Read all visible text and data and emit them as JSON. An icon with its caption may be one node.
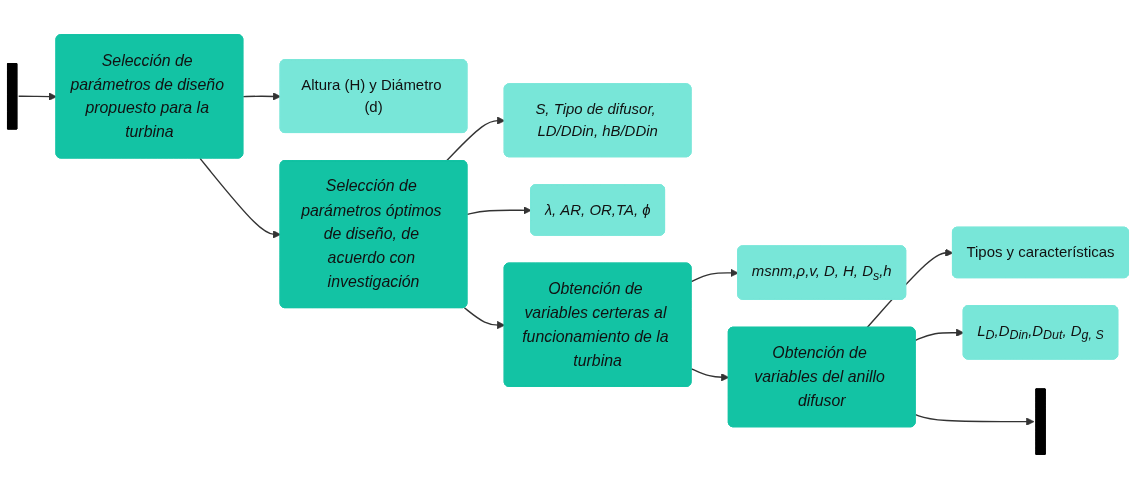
{
  "diagram": {
    "nodes": [
      {
        "text": [],
        "shape": "bar"
      },
      {
        "text": [
          "Selección de parámetros de diseño propuesto para la turbina"
        ]
      },
      {
        "text": [
          "Altura (H) y Diámetro (d)"
        ]
      },
      {
        "text": [
          "S, Tipo de difusor, LD/DDin, hB/DDin"
        ]
      },
      {
        "text": [
          "Selección de parámetros óptimos de diseño, de acuerdo con investigación"
        ]
      },
      {
        "text": [
          "λ, AR, OR,TA, ϕ"
        ]
      },
      {
        "text": [
          "Obtención de variables certeras al funcionamiento de la turbina"
        ]
      },
      {
        "text": [
          "msnm,ρ,v, D, H, D$_{s}$,h"
        ]
      },
      {
        "text": [
          "Tipos y características"
        ]
      },
      {
        "text": [
          "Obtención de variables del anillo difusor"
        ]
      },
      {
        "text": [
          "L$_{D}$,D$_{Din}$,D$_{Dut}$, D$_{g, S}$"
        ]
      },
      {
        "text": [],
        "shape": "bar"
      }
    ],
    "edges": [
      {
        "from": 0,
        "to": 1,
        "arrow": "to"
      },
      {
        "from": 1,
        "to": 2,
        "arrow": "to"
      },
      {
        "from": 1,
        "to": 4,
        "arrow": "to"
      },
      {
        "from": 4,
        "to": 3,
        "arrow": "to"
      },
      {
        "from": 4,
        "to": 5,
        "arrow": "to"
      },
      {
        "from": 4,
        "to": 6,
        "arrow": "to"
      },
      {
        "from": 6,
        "to": 7,
        "arrow": "to"
      },
      {
        "from": 6,
        "to": 9,
        "arrow": "to"
      },
      {
        "from": 9,
        "to": 8,
        "arrow": "to"
      },
      {
        "from": 9,
        "to": 10,
        "arrow": "to"
      },
      {
        "from": 9,
        "to": 11,
        "arrow": "to"
      }
    ]
  }
}
